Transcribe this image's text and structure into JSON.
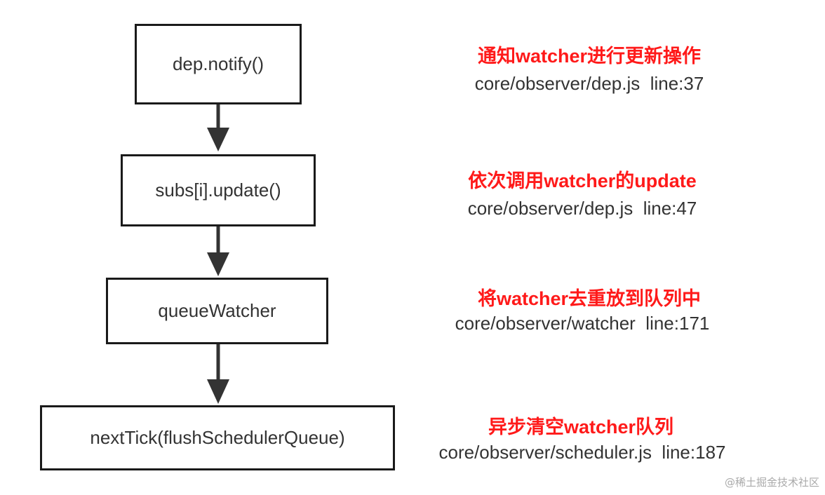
{
  "steps": [
    {
      "label": "dep.notify()",
      "title": "通知watcher进行更新操作",
      "path": "core/observer/dep.js  line:37"
    },
    {
      "label": "subs[i].update()",
      "title": "依次调用watcher的update",
      "path": "core/observer/dep.js  line:47"
    },
    {
      "label": "queueWatcher",
      "title": "将watcher去重放到队列中",
      "path": "core/observer/watcher  line:171"
    },
    {
      "label": "nextTick(flushSchedulerQueue)",
      "title": "异步清空watcher队列",
      "path": "core/observer/scheduler.js  line:187"
    }
  ],
  "watermark": "@稀土掘金技术社区",
  "colors": {
    "title": "#ff1a1a",
    "text": "#333333",
    "border": "#1a1a1a",
    "arrow": "#333333"
  }
}
